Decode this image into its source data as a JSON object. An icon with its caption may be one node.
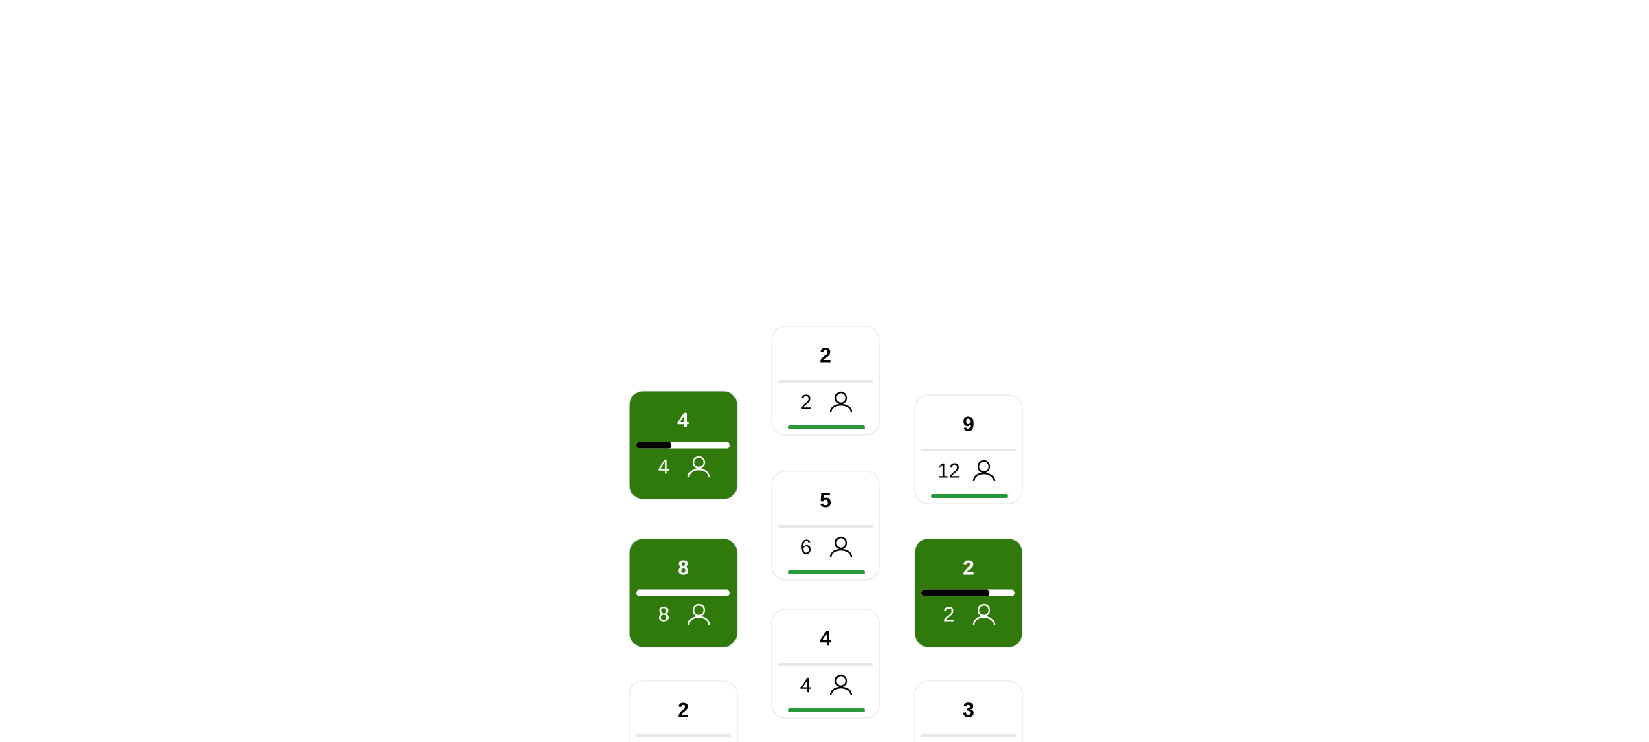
{
  "diagram": {
    "nodes": [
      {
        "text": [
          "2",
          "2"
        ]
      },
      {
        "text": [
          "4",
          "4"
        ]
      },
      {
        "text": [
          "9",
          "12"
        ]
      },
      {
        "text": [
          "5",
          "6"
        ]
      },
      {
        "text": [
          "8",
          "8"
        ]
      },
      {
        "text": [
          "2",
          "2"
        ]
      },
      {
        "text": [
          "4",
          "4"
        ]
      },
      {
        "text": [
          "2"
        ]
      },
      {
        "text": [
          "3"
        ]
      }
    ]
  }
}
